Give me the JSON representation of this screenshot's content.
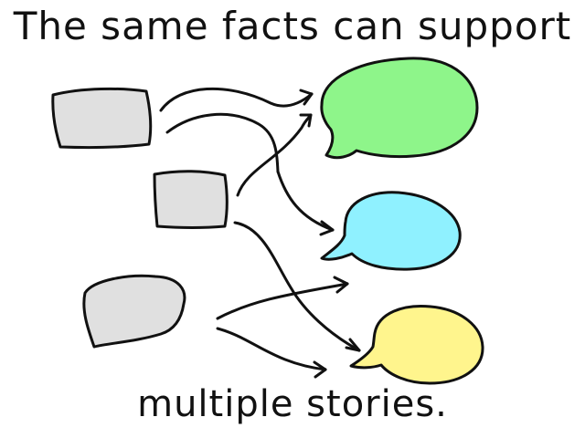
{
  "headline": "The same facts can support",
  "footline": "multiple stories.",
  "colors": {
    "fact_fill": "#e0e0e0",
    "story_green": "#8ef58a",
    "story_cyan": "#8ff1ff",
    "story_yellow": "#fff58d",
    "ink": "#111111"
  },
  "facts": [
    {
      "name": "fact-box-1"
    },
    {
      "name": "fact-box-2"
    },
    {
      "name": "fact-box-3"
    }
  ],
  "stories": [
    {
      "name": "story-bubble-green",
      "color_key": "story_green"
    },
    {
      "name": "story-bubble-cyan",
      "color_key": "story_cyan"
    },
    {
      "name": "story-bubble-yellow",
      "color_key": "story_yellow"
    }
  ]
}
